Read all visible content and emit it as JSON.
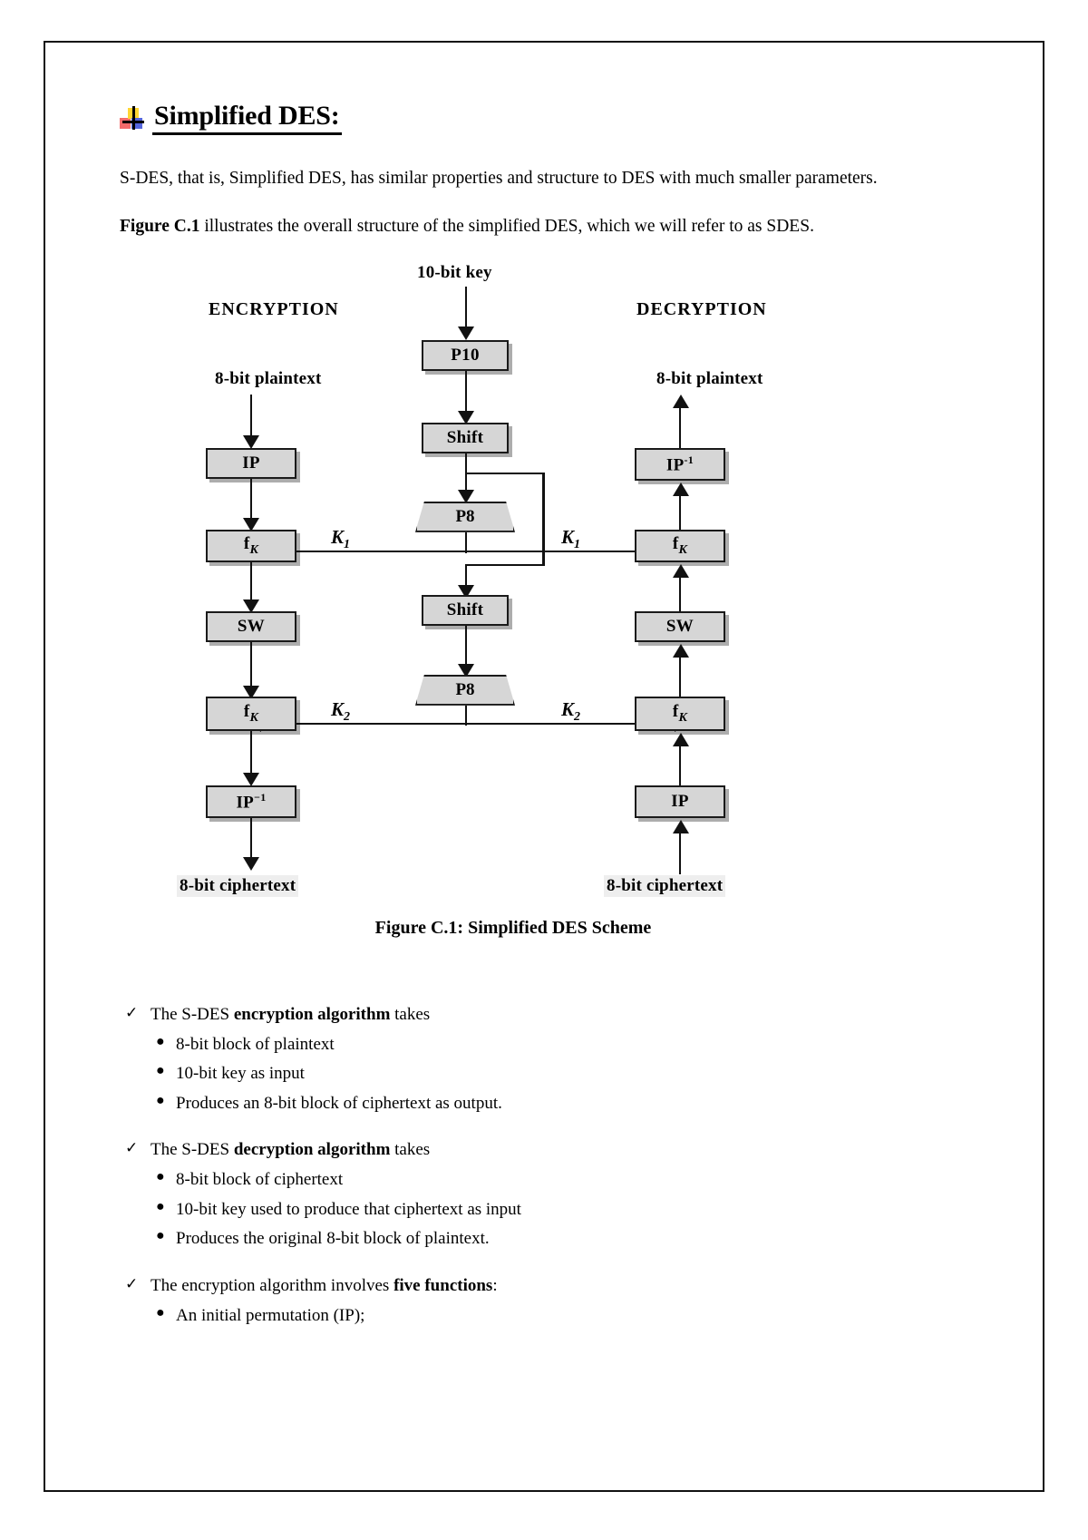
{
  "document": {
    "heading": "Simplified DES:",
    "heading_icon": "colored-squares-crosshair-bullet",
    "paragraphs": [
      {
        "id": "intro",
        "text": "S-DES, that is, Simplified DES, has similar properties and structure to DES with much smaller parameters."
      },
      {
        "id": "figure-intro-lead",
        "lead": "Figure C.1",
        "text": " illustrates the overall structure of the simplified DES, which we will refer to as SDES."
      }
    ]
  },
  "figure": {
    "caption": "Figure C.1: Simplified DES Scheme",
    "headers": {
      "encryption": "ENCRYPTION",
      "decryption": "DECRYPTION"
    },
    "io_labels": {
      "key_input": "10-bit key",
      "enc_plaintext": "8-bit plaintext",
      "enc_ciphertext": "8-bit ciphertext",
      "dec_plaintext": "8-bit plaintext",
      "dec_ciphertext": "8-bit ciphertext"
    },
    "key_schedule_nodes": [
      {
        "id": "p10",
        "label": "P10",
        "shape": "rect"
      },
      {
        "id": "shift1",
        "label": "Shift",
        "shape": "rect"
      },
      {
        "id": "p8a",
        "label": "P8",
        "shape": "trapezoid"
      },
      {
        "id": "shift2",
        "label": "Shift",
        "shape": "rect"
      },
      {
        "id": "p8b",
        "label": "P8",
        "shape": "trapezoid"
      }
    ],
    "encryption_nodes": [
      {
        "id": "enc-ip",
        "label": "IP",
        "shape": "rect"
      },
      {
        "id": "enc-fk1",
        "label": "fK",
        "shape": "rect"
      },
      {
        "id": "enc-sw",
        "label": "SW",
        "shape": "rect"
      },
      {
        "id": "enc-fk2",
        "label": "fK",
        "shape": "rect"
      },
      {
        "id": "enc-ipinv",
        "label": "IP-1",
        "shape": "rect"
      }
    ],
    "decryption_nodes": [
      {
        "id": "dec-ipinv",
        "label": "IP-1",
        "shape": "rect"
      },
      {
        "id": "dec-fk1",
        "label": "fK",
        "shape": "rect"
      },
      {
        "id": "dec-sw",
        "label": "SW",
        "shape": "rect"
      },
      {
        "id": "dec-fk2",
        "label": "fK",
        "shape": "rect"
      },
      {
        "id": "dec-ip",
        "label": "IP",
        "shape": "rect"
      }
    ],
    "subkeys": {
      "k1_left": "K",
      "k1_left_sub": "1",
      "k1_right": "K",
      "k1_right_sub": "1",
      "k2_left": "K",
      "k2_left_sub": "2",
      "k2_right": "K",
      "k2_right_sub": "2"
    },
    "node_text": {
      "p10": "P10",
      "shift1": "Shift",
      "p8a": "P8",
      "shift2": "Shift",
      "p8b": "P8",
      "enc_ip": "IP",
      "enc_fk1_base": "f",
      "enc_fk1_sub": "K",
      "enc_sw": "SW",
      "enc_fk2_base": "f",
      "enc_fk2_sub": "K",
      "enc_ipinv_base": "IP",
      "enc_ipinv_sup": "−1",
      "dec_ipinv_base": "IP",
      "dec_ipinv_sup": "-1",
      "dec_fk1_base": "f",
      "dec_fk1_sub": "K",
      "dec_sw": "SW",
      "dec_fk2_base": "f",
      "dec_fk2_sub": "K",
      "dec_ip": "IP"
    }
  },
  "lists": [
    {
      "id": "encryption-algorithm",
      "marker": "✓",
      "lead_plain_1": "The S-DES ",
      "lead_bold": "encryption algorithm",
      "lead_plain_2": " takes",
      "sub_marker": "●",
      "sub_items": [
        "8-bit block of plaintext",
        "10-bit key as input",
        "Produces an 8-bit block of ciphertext as output."
      ]
    },
    {
      "id": "decryption-algorithm",
      "marker": "✓",
      "lead_plain_1": "The S-DES ",
      "lead_bold": "decryption algorithm",
      "lead_plain_2": " takes",
      "sub_marker": "●",
      "sub_items": [
        "8-bit block of ciphertext",
        "10-bit key used to produce that ciphertext as input",
        "Produces the original 8-bit block of plaintext."
      ]
    },
    {
      "id": "five-functions",
      "marker": "✓",
      "lead_plain_1": "The encryption algorithm involves ",
      "lead_bold": "five functions",
      "lead_plain_2": ":",
      "sub_marker": "●",
      "sub_items": [
        "An initial permutation (IP);"
      ]
    }
  ]
}
